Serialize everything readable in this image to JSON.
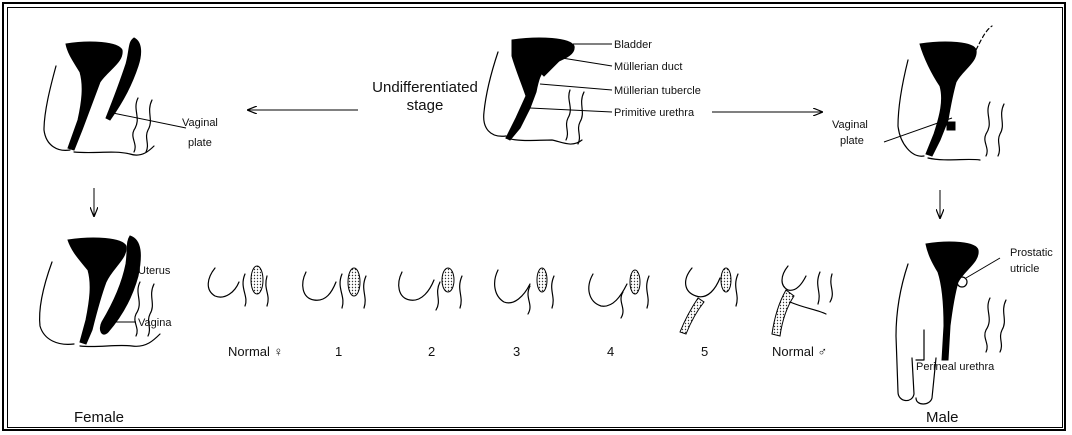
{
  "labels": {
    "undifferentiated": [
      "Undifferentiated",
      "stage"
    ],
    "bladder": "Bladder",
    "mullerian_duct": "Müllerian duct",
    "mullerian_tubercle": "Müllerian tubercle",
    "primitive_urethra": "Primitive urethra",
    "vaginal_plate_left": [
      "Vaginal",
      "plate"
    ],
    "vaginal_plate_right": [
      "Vaginal",
      "plate"
    ],
    "uterus": "Uterus",
    "vagina": "Vagina",
    "prostatic_utricle": [
      "Prostatic",
      "utricle"
    ],
    "perineal_urethra": "Perineal urethra",
    "female": "Female",
    "male": "Male"
  },
  "stages": [
    "Normal ♀",
    "1",
    "2",
    "3",
    "4",
    "5",
    "Normal ♂"
  ]
}
